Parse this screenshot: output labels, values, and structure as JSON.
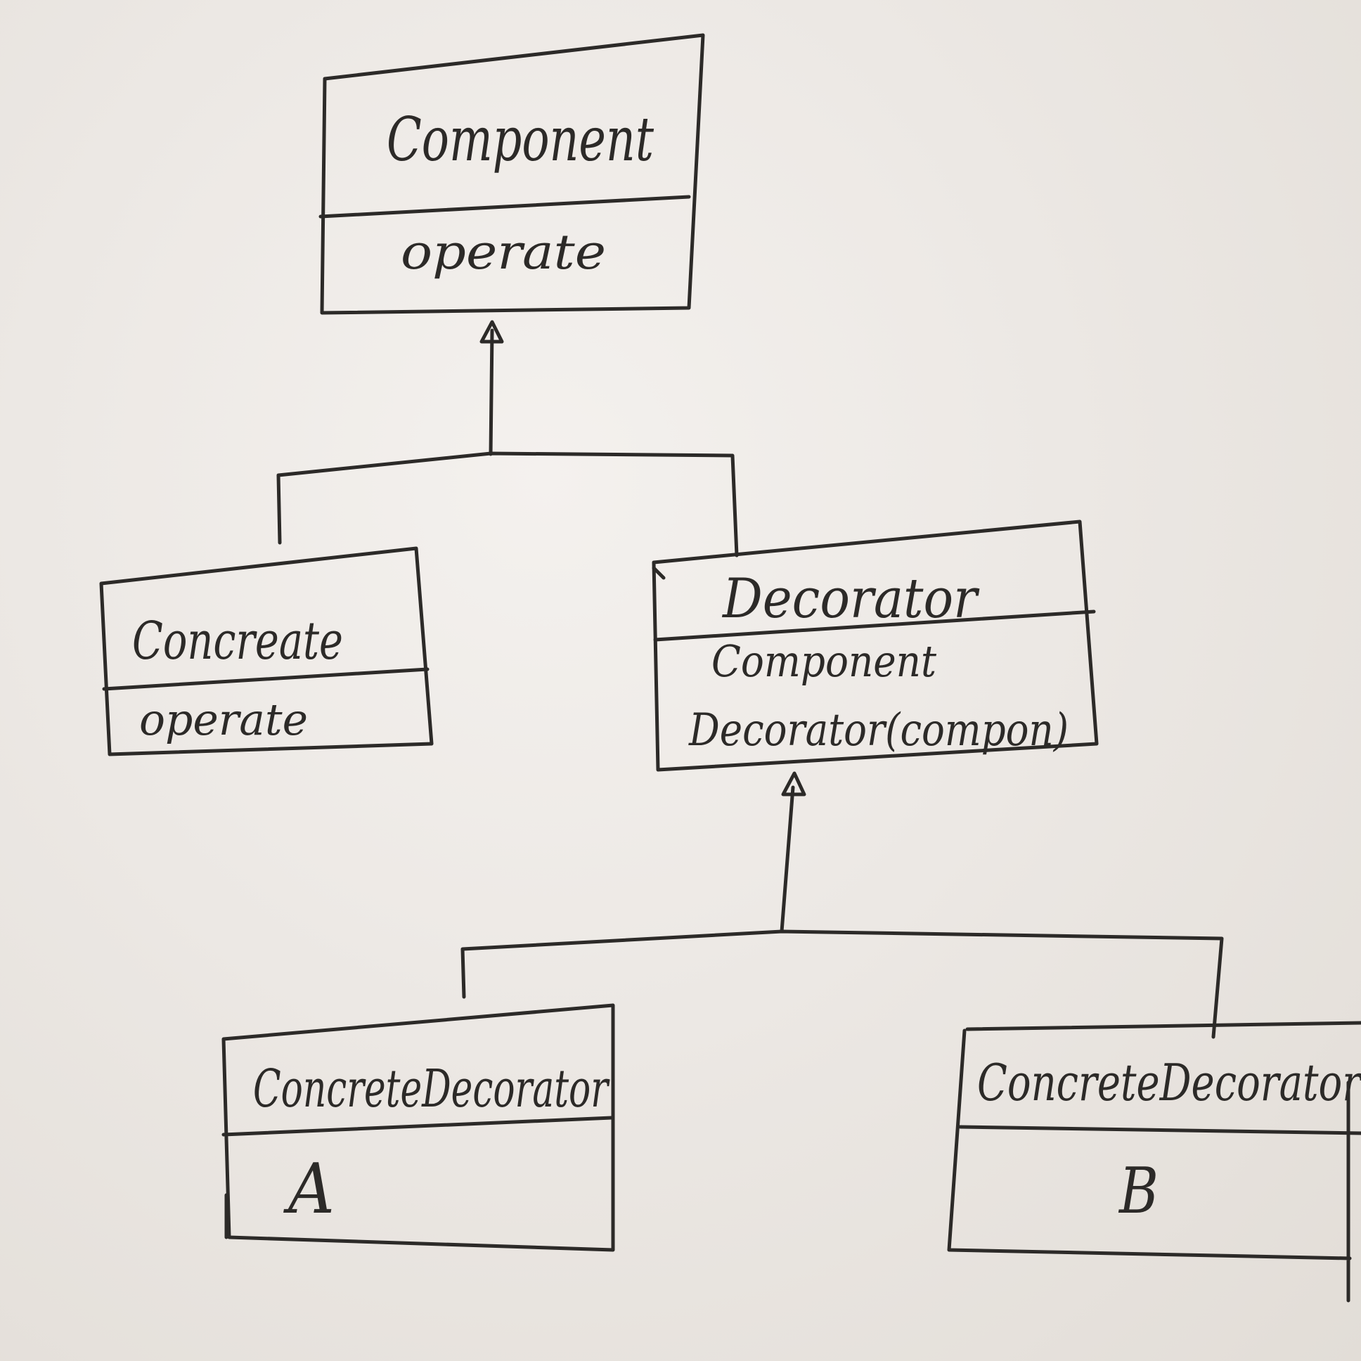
{
  "diagram": {
    "component": {
      "name": "Component",
      "operation": "operate"
    },
    "concrete": {
      "name": "Concreate",
      "operation": "operate"
    },
    "decorator": {
      "name": "Decorator",
      "attribute": "Component",
      "operation": "Decorator(compon)"
    },
    "concrete_decorator_a": {
      "name": "ConcreteDecorator",
      "label": "A"
    },
    "concrete_decorator_b": {
      "name": "ConcreteDecorator",
      "label": "B"
    }
  },
  "colors": {
    "ink": "#2c2a28",
    "paper": "#ece8e4"
  }
}
